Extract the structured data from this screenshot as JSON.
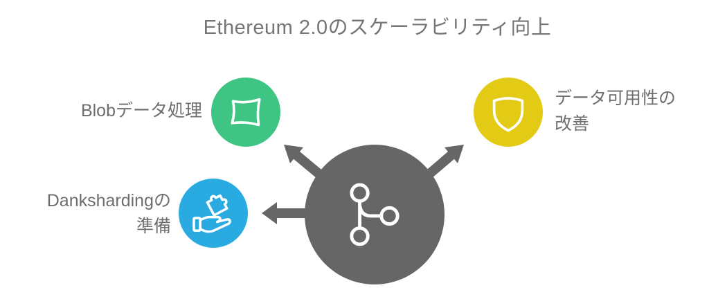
{
  "title": "Ethereum 2.0のスケーラビリティ向上",
  "center": {
    "icon": "git-branch-icon",
    "color": "#666666"
  },
  "items": [
    {
      "id": "blob",
      "label": "Blobデータ処理",
      "label_lines": [
        "Blobデータ処理"
      ],
      "color": "#3EC483",
      "icon": "blob-sheet-icon"
    },
    {
      "id": "availability",
      "label": "データ可用性の改善",
      "label_lines": [
        "データ可用性の",
        "改善"
      ],
      "color": "#E2CA15",
      "icon": "shield-icon"
    },
    {
      "id": "danksharding",
      "label": "Dankshardingの準備",
      "label_lines": [
        "Dankshardingの",
        "準備"
      ],
      "color": "#29ABE2",
      "icon": "hand-puzzle-icon"
    }
  ],
  "colors": {
    "background": "#FFFFFF",
    "center_circle": "#666666",
    "arrow": "#666666",
    "title_text": "#757575",
    "label_text": "#6E6E6E",
    "icon_stroke": "#FFFFFF"
  }
}
